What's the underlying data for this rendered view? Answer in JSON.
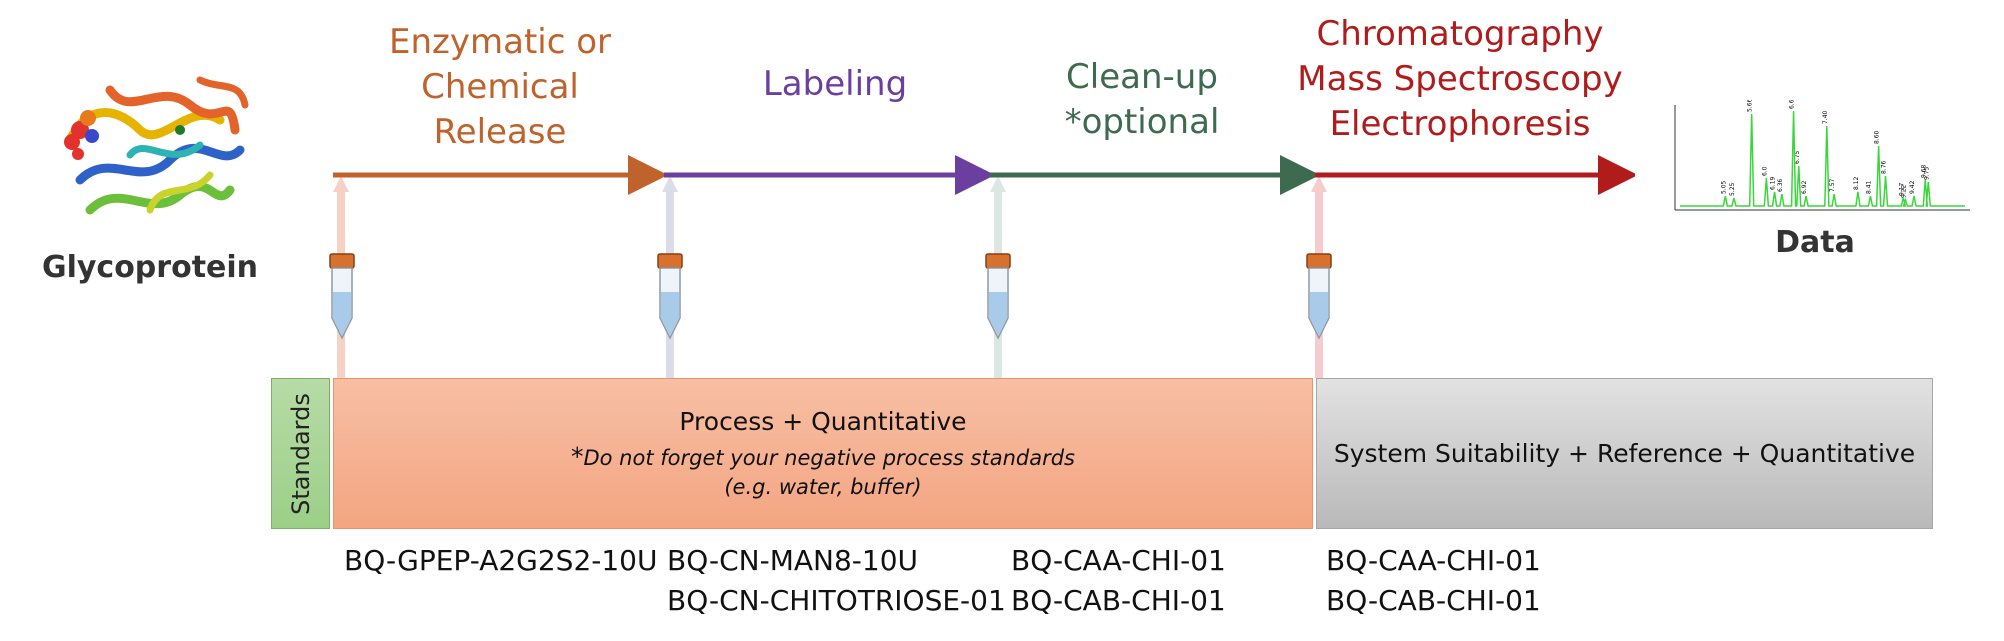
{
  "glycoprotein": {
    "label": "Glycoprotein"
  },
  "stages": [
    {
      "label": "Enzymatic or\nChemical\nRelease",
      "color": "#c0622c"
    },
    {
      "label": "Labeling",
      "color": "#6b3fa0"
    },
    {
      "label": "Clean-up\n*optional",
      "color": "#3e6b4f"
    },
    {
      "label": "Chromatography\nMass Spectroscopy\nElectrophoresis",
      "color": "#b01c1c"
    }
  ],
  "data_panel": {
    "label": "Data",
    "peak_labels": [
      "5.05",
      "5.25",
      "5.66",
      "6.0",
      "6.19",
      "6.36",
      "6.63",
      "6.75",
      "6.92",
      "7.40",
      "7.57",
      "8.12",
      "8.41",
      "8.60",
      "8.76",
      "9.17",
      "9.22",
      "9.42",
      "9.68",
      "9.75"
    ]
  },
  "boxes": {
    "standards": "Standards",
    "process_title": "Process + Quantitative",
    "process_note_star": "*",
    "process_note": "Do not forget your negative process standards",
    "process_note2": "(e.g. water, buffer)",
    "system": "System Suitability + Reference + Quantitative"
  },
  "codes": {
    "col1": [
      "BQ-GPEP-A2G2S2-10U"
    ],
    "col2": [
      "BQ-CN-MAN8-10U",
      "BQ-CN-CHITOTRIOSE-01"
    ],
    "col3": [
      "BQ-CAA-CHI-01",
      "BQ-CAB-CHI-01"
    ],
    "col4": [
      "BQ-CAA-CHI-01",
      "BQ-CAB-CHI-01"
    ]
  }
}
